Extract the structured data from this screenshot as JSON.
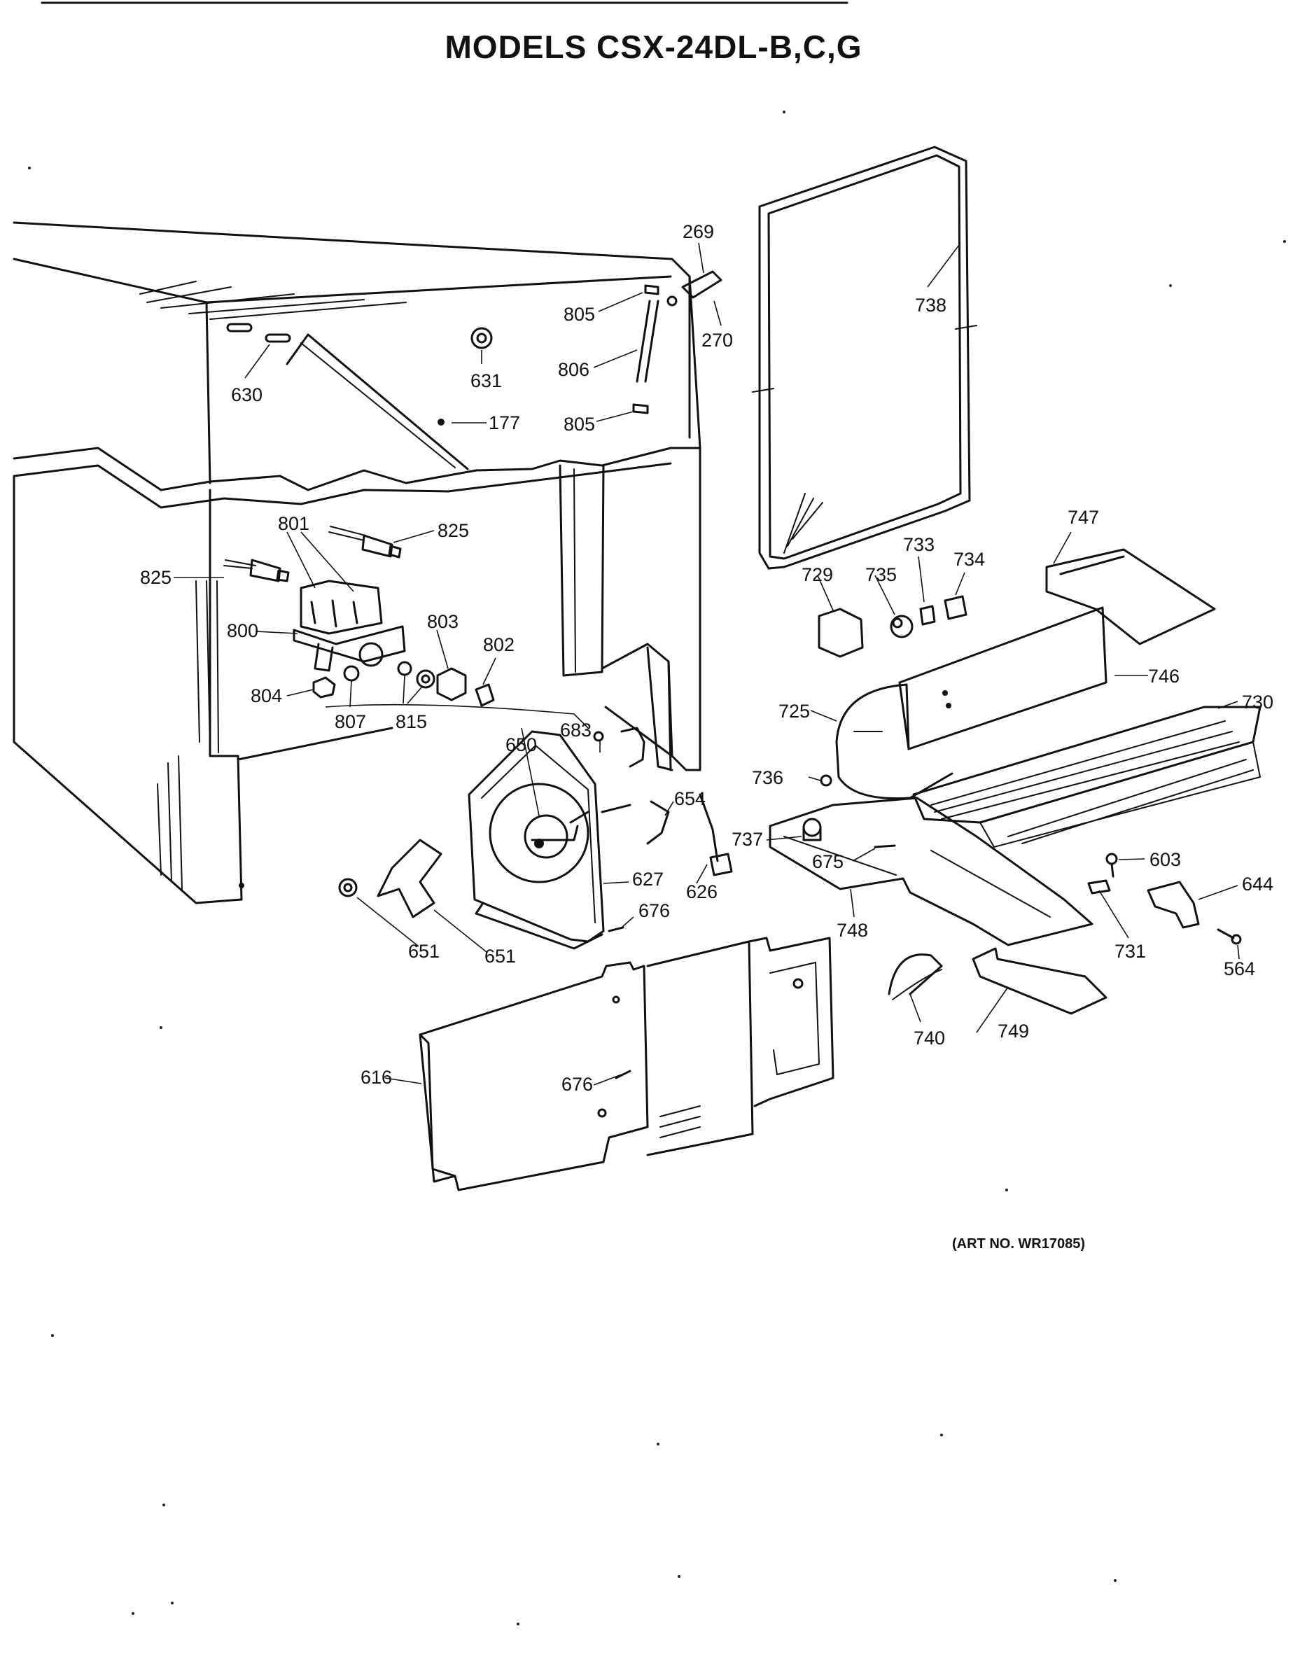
{
  "title": "MODELS CSX-24DL-B,C,G",
  "art_number": "(ART NO. WR17085)",
  "callouts": [
    {
      "id": "c269",
      "label": "269"
    },
    {
      "id": "c805a",
      "label": "805"
    },
    {
      "id": "c270",
      "label": "270"
    },
    {
      "id": "c738",
      "label": "738"
    },
    {
      "id": "c806",
      "label": "806"
    },
    {
      "id": "c630",
      "label": "630"
    },
    {
      "id": "c631",
      "label": "631"
    },
    {
      "id": "c805b",
      "label": "805"
    },
    {
      "id": "c177",
      "label": "177"
    },
    {
      "id": "c801",
      "label": "801"
    },
    {
      "id": "c825a",
      "label": "825"
    },
    {
      "id": "c825b",
      "label": "825"
    },
    {
      "id": "c747",
      "label": "747"
    },
    {
      "id": "c733",
      "label": "733"
    },
    {
      "id": "c734",
      "label": "734"
    },
    {
      "id": "c729",
      "label": "729"
    },
    {
      "id": "c735",
      "label": "735"
    },
    {
      "id": "c800",
      "label": "800"
    },
    {
      "id": "c803",
      "label": "803"
    },
    {
      "id": "c802",
      "label": "802"
    },
    {
      "id": "c746",
      "label": "746"
    },
    {
      "id": "c730",
      "label": "730"
    },
    {
      "id": "c804",
      "label": "804"
    },
    {
      "id": "c725",
      "label": "725"
    },
    {
      "id": "c807",
      "label": "807"
    },
    {
      "id": "c815",
      "label": "815"
    },
    {
      "id": "c650",
      "label": "650"
    },
    {
      "id": "c683",
      "label": "683"
    },
    {
      "id": "c736",
      "label": "736"
    },
    {
      "id": "c654",
      "label": "654"
    },
    {
      "id": "c737",
      "label": "737"
    },
    {
      "id": "c675",
      "label": "675"
    },
    {
      "id": "c603",
      "label": "603"
    },
    {
      "id": "c644",
      "label": "644"
    },
    {
      "id": "c627",
      "label": "627"
    },
    {
      "id": "c626",
      "label": "626"
    },
    {
      "id": "c676a",
      "label": "676"
    },
    {
      "id": "c748",
      "label": "748"
    },
    {
      "id": "c731",
      "label": "731"
    },
    {
      "id": "c564",
      "label": "564"
    },
    {
      "id": "c651a",
      "label": "651"
    },
    {
      "id": "c651b",
      "label": "651"
    },
    {
      "id": "c740",
      "label": "740"
    },
    {
      "id": "c749",
      "label": "749"
    },
    {
      "id": "c616",
      "label": "616"
    },
    {
      "id": "c676b",
      "label": "676"
    }
  ]
}
